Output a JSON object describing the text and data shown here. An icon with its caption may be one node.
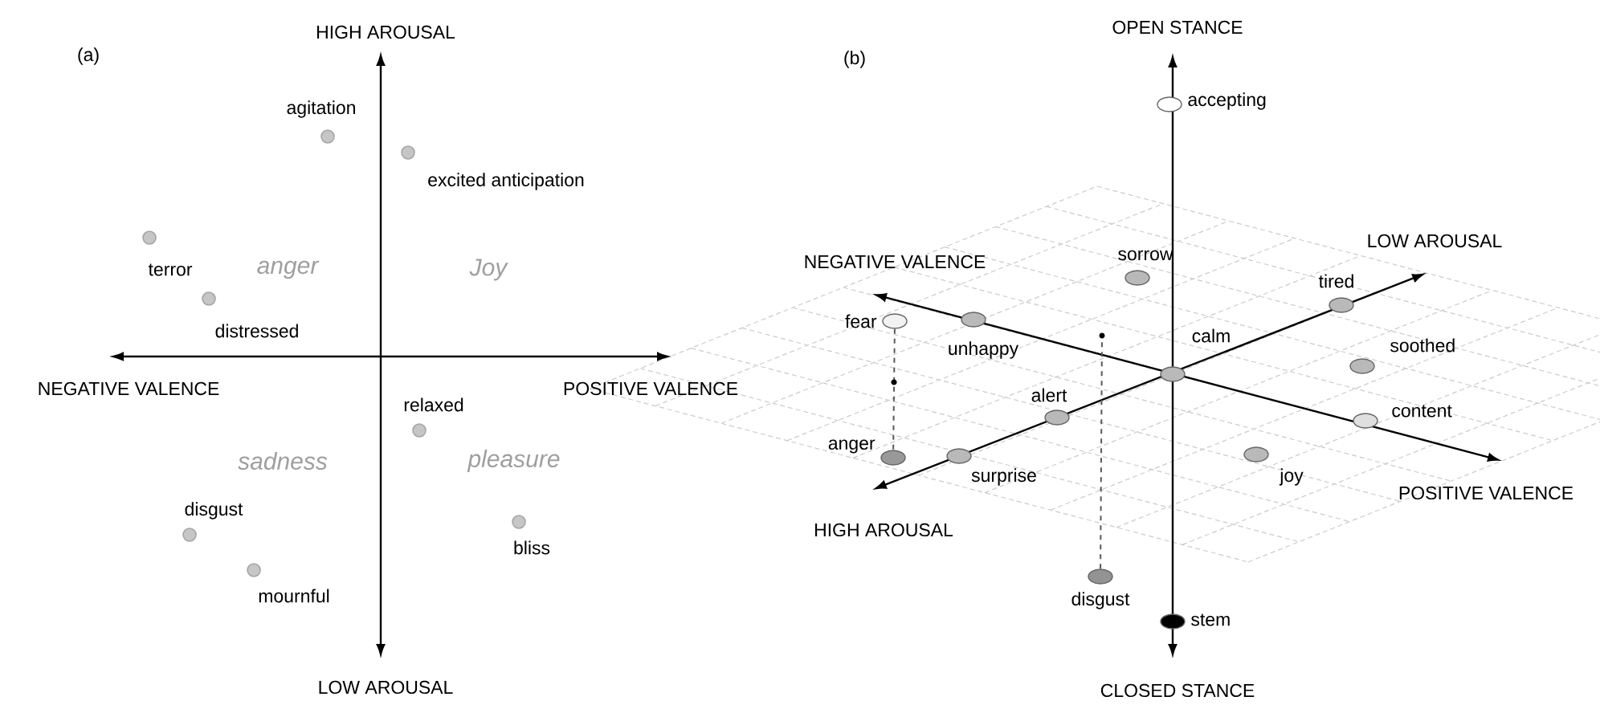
{
  "diagram": {
    "nodes": [
      {
        "text": [
          "agitation"
        ]
      },
      {
        "text": [
          "excited anticipation"
        ]
      },
      {
        "text": [
          "terror"
        ]
      },
      {
        "text": [
          "distressed"
        ]
      },
      {
        "text": [
          "relaxed"
        ]
      },
      {
        "text": [
          "disgust"
        ]
      },
      {
        "text": [
          "mournful"
        ]
      },
      {
        "text": [
          "bliss"
        ]
      },
      {
        "text": [
          "accepting"
        ]
      },
      {
        "text": [
          "sorrow"
        ]
      },
      {
        "text": [
          "tired"
        ]
      },
      {
        "text": [
          "fear"
        ]
      },
      {
        "text": [
          "unhappy"
        ]
      },
      {
        "text": [
          "calm"
        ]
      },
      {
        "text": [
          "soothed"
        ]
      },
      {
        "text": [
          "alert"
        ]
      },
      {
        "text": [
          "content"
        ]
      },
      {
        "text": [
          "anger"
        ]
      },
      {
        "text": [
          "surprise"
        ]
      },
      {
        "text": [
          "joy"
        ]
      },
      {
        "text": [
          "disgust"
        ]
      },
      {
        "text": [
          "stem"
        ]
      },
      {
        "text": [],
        "shape": "circle"
      }
    ],
    "edges": [
      {
        "from": 11,
        "to": 17,
        "arrow": "none",
        "style": "dashed"
      },
      {
        "from": 20,
        "to": 22,
        "arrow": "none",
        "style": "dashed"
      }
    ],
    "labels": [
      "(a)",
      "HIGH AROUSAL",
      "anger",
      "Joy",
      "NEGATIVE VALENCE",
      "POSITIVE VALENCE",
      "sadness",
      "pleasure",
      "LOW AROUSAL",
      "(b)",
      "OPEN STANCE",
      "LOW AROUSAL",
      "NEGATIVE VALENCE",
      "POSITIVE VALENCE",
      "HIGH AROUSAL",
      "CLOSED STANCE"
    ]
  }
}
